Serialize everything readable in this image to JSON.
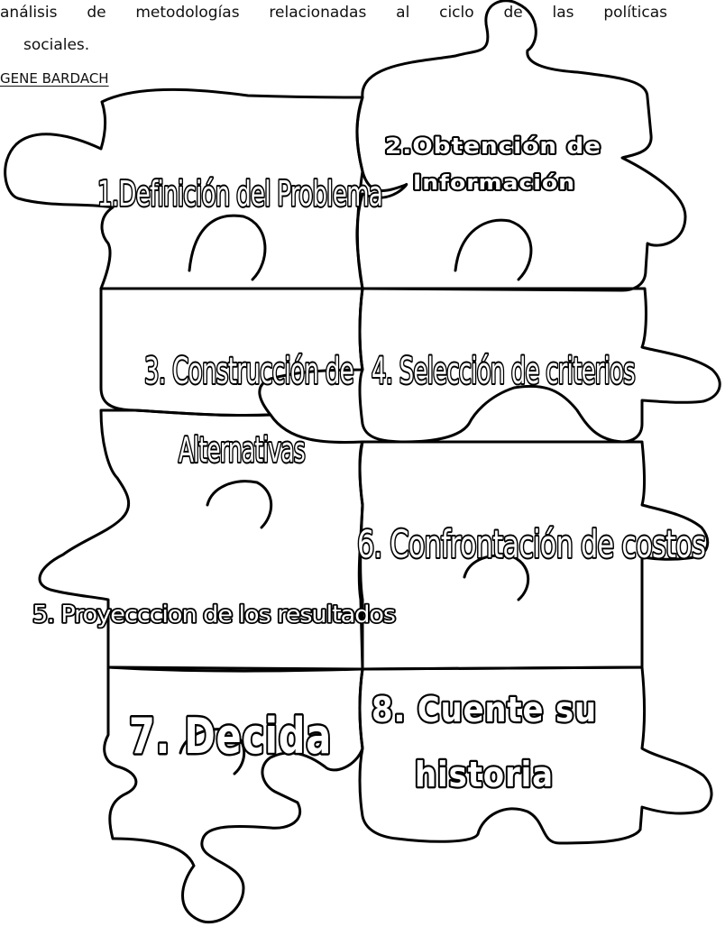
{
  "header": {
    "line1_words": [
      "análisis",
      "de",
      "metodologías",
      "relacionadas",
      "al",
      "ciclo",
      "de",
      "las",
      "políticas"
    ],
    "line2": "sociales.",
    "author": "GENE BARDACH"
  },
  "pieces": {
    "p1": "1.Definición del Problema",
    "p2_line1": "2.Obtención de",
    "p2_line2": "Información",
    "p3_line1": "3. Construcción de",
    "p3_line2": "Alternativas",
    "p4": "4. Selección de criterios",
    "p5": "5. Proyecccion de los resultados",
    "p6": "6. Confrontación de costos",
    "p7": "7. Decida",
    "p8_line1": "8. Cuente su",
    "p8_line2": "historia"
  }
}
